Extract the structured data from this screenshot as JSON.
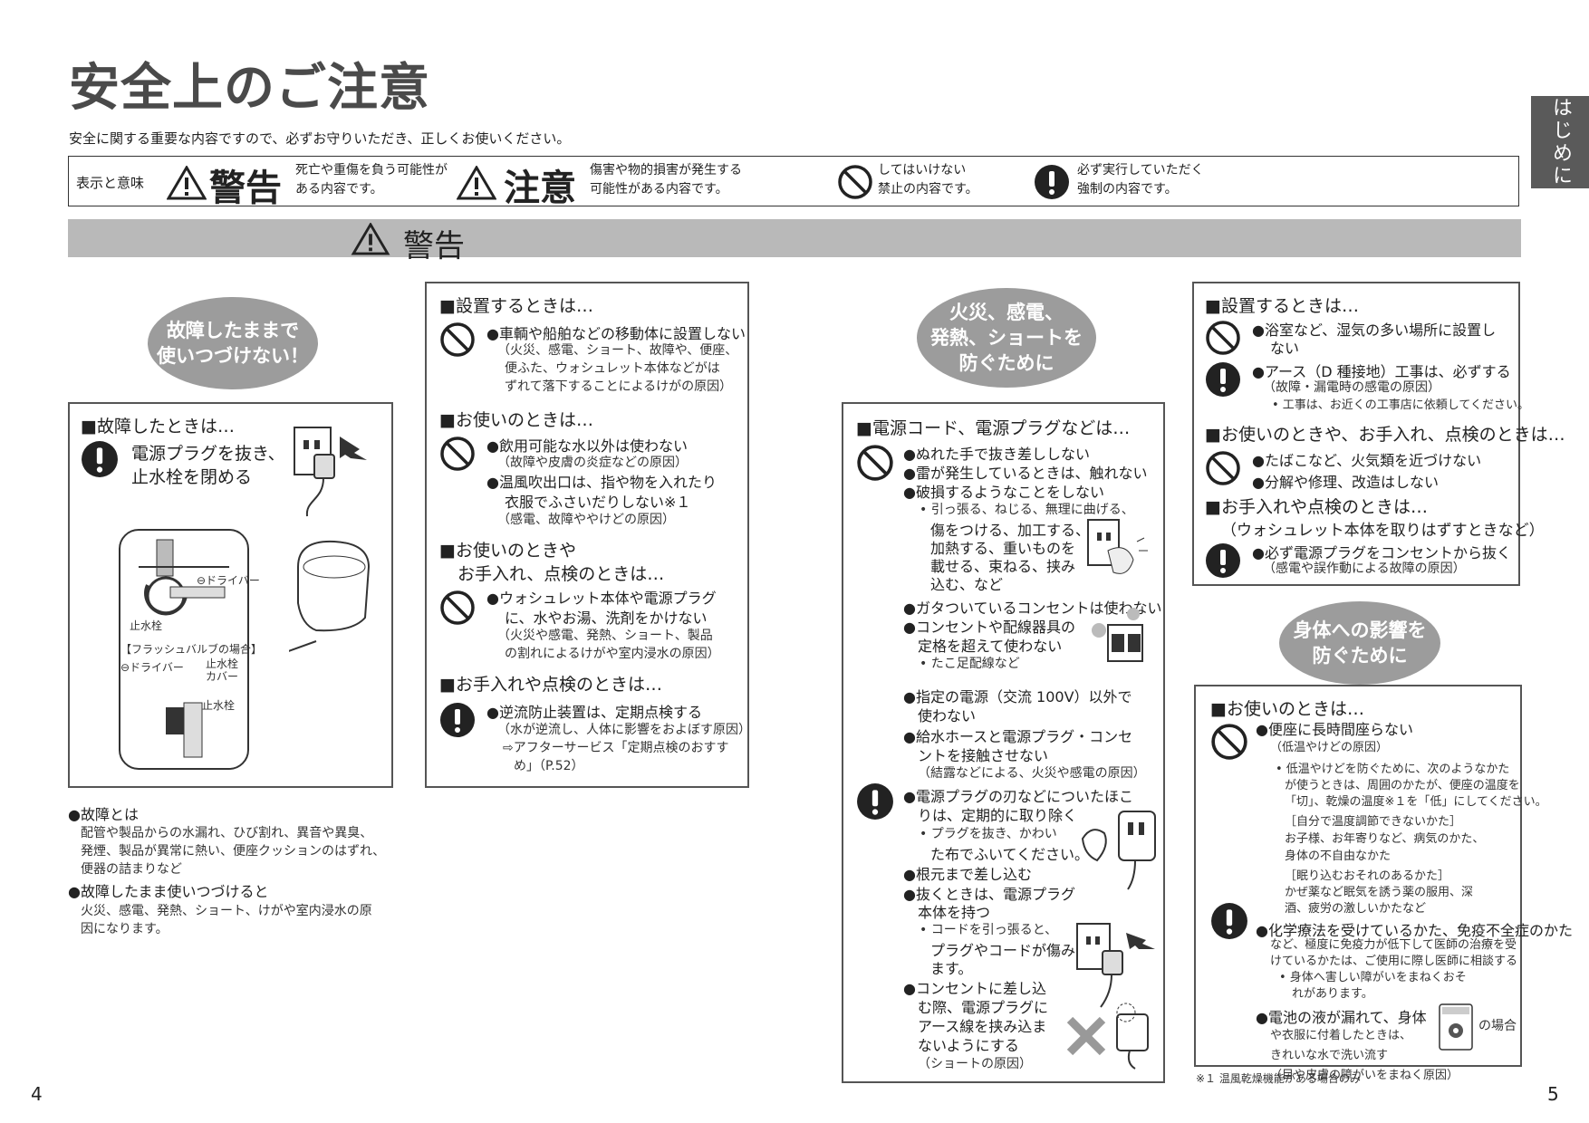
{
  "page": {
    "title": "安全上のご注意",
    "intro": "安全に関する重要な内容ですので、必ずお守りいただき、正しくお使いください。",
    "side_tab": "はじめに",
    "page_left": "4",
    "page_right": "5",
    "footnote": "※１ 温風乾燥機能がある場合のみ"
  },
  "legend": {
    "label": "表示と意味",
    "warning_word": "警告",
    "warning_desc": [
      "死亡や重傷を負う可能性が",
      "ある内容です。"
    ],
    "caution_word": "注意",
    "caution_desc": [
      "傷害や物的損害が発生する",
      "可能性がある内容です。"
    ],
    "prohibit_desc": [
      "してはいけない",
      "禁止の内容です。"
    ],
    "mandatory_desc": [
      "必ず実行していただく",
      "強制の内容です。"
    ]
  },
  "band": {
    "title": "警告"
  },
  "col1": {
    "oval": [
      "故障したままで",
      "使いつづけない！"
    ],
    "box_head": "■故障したときは…",
    "box_action": [
      "電源プラグを抜き、",
      "止水栓を閉める"
    ],
    "diagram_labels": [
      "⊖ドライバー",
      "止水栓",
      "【フラッシュバルブの場合】",
      "⊖ドライバー",
      "止水栓",
      "カバー",
      "止水栓"
    ],
    "notes": [
      {
        "head": "●故障とは",
        "lines": [
          "配管や製品からの水漏れ、ひび割れ、異音や異臭、",
          "発煙、製品が異常に熱い、便座クッションのはずれ、",
          "便器の詰まりなど"
        ]
      },
      {
        "head": "●故障したまま使いつづけると",
        "lines": [
          "火災、感電、発熱、ショート、けがや室内浸水の原",
          "因になります。"
        ]
      }
    ]
  },
  "col2": {
    "s1_head": "■設置するときは…",
    "s1_item": "●車輌や船舶などの移動体に設置しない",
    "s1_note": [
      "（火災、感電、ショート、故障や、便座、",
      "便ふた、ウォシュレット本体などがは",
      "ずれて落下することによるけがの原因）"
    ],
    "s2_head": "■お使いのときは…",
    "s2_item1": "●飲用可能な水以外は使わない",
    "s2_note1": "（故障や皮膚の炎症などの原因）",
    "s2_item2": [
      "●温風吹出口は、指や物を入れたり",
      "衣服でふさいだりしない※１"
    ],
    "s2_note2": "（感電、故障ややけどの原因）",
    "s3_head": [
      "■お使いのときや",
      "お手入れ、点検のときは…"
    ],
    "s3_item": [
      "●ウォシュレット本体や電源プラグ",
      "に、水やお湯、洗剤をかけない"
    ],
    "s3_note": [
      "（火災や感電、発熱、ショート、製品",
      "の割れによるけがや室内浸水の原因）"
    ],
    "s4_head": "■お手入れや点検のときは…",
    "s4_item": "●逆流防止装置は、定期点検する",
    "s4_note": [
      "（水が逆流し、人体に影響をおよぼす原因）",
      "⇨アフターサービス「定期点検のおすす",
      "め」（P.52）"
    ]
  },
  "col3": {
    "oval": [
      "火災、感電、",
      "発熱、ショートを",
      "防ぐために"
    ],
    "head": "■電源コード、電源プラグなどは…",
    "lines": [
      "●ぬれた手で抜き差ししない",
      "●雷が発生しているときは、触れない",
      "●破損するようなことをしない",
      "• 引っ張る、ねじる、無理に曲げる、",
      "傷をつける、加工する、",
      "加熱する、重いものを",
      "載せる、束ねる、挟み",
      "込む、など",
      "●ガタついているコンセントは使わない",
      "●コンセントや配線器具の",
      "定格を超えて使わない",
      "• たこ足配線など",
      "●指定の電源（交流 100V）以外で",
      "使わない",
      "●給水ホースと電源プラグ・コンセ",
      "ントを接触させない",
      "（結露などによる、火災や感電の原因）",
      "●電源プラグの刃などについたほこ",
      "りは、定期的に取り除く",
      "• プラグを抜き、かわい",
      "た布でふいてください。",
      "●根元まで差し込む",
      "●抜くときは、電源プラグ",
      "本体を持つ",
      "• コードを引っ張ると、",
      "プラグやコードが傷み",
      "ます。",
      "●コンセントに差し込",
      "む際、電源プラグに",
      "アース線を挟み込ま",
      "ないようにする",
      "（ショートの原因）"
    ]
  },
  "col4": {
    "b1_head1": "■設置するときは…",
    "b1_item1": [
      "●浴室など、湿気の多い場所に設置し",
      "ない"
    ],
    "b1_item2": "●アース（D 種接地）工事は、必ずする",
    "b1_note2": [
      "（故障・漏電時の感電の原因）",
      "• 工事は、お近くの工事店に依頼してください。"
    ],
    "b1_head2": "■お使いのときや、お手入れ、点検のときは…",
    "b1_item3": "●たばこなど、火気類を近づけない",
    "b1_item4": "●分解や修理、改造はしない",
    "b1_head3": "■お手入れや点検のときは…",
    "b1_sub3": "（ウォシュレット本体を取りはずすときなど）",
    "b1_item5": "●必ず電源プラグをコンセントから抜く",
    "b1_note5": "（感電や誤作動による故障の原因）",
    "oval": [
      "身体への影響を",
      "防ぐために"
    ],
    "b2_head": "■お使いのときは…",
    "b2_lines": [
      "●便座に長時間座らない",
      "（低温やけどの原因）",
      "• 低温やけどを防ぐために、次のようなかた",
      "が使うときは、周囲のかたが、便座の温度を",
      "「切」、乾燥の温度※１を「低」にしてください。",
      "［自分で温度調節できないかた］",
      "お子様、お年寄りなど、病気のかた、",
      "身体の不自由なかた",
      "［眠り込むおそれのあるかた］",
      "かぜ薬など眠気を誘う薬の服用、深",
      "酒、疲労の激しいかたなど",
      "●化学療法を受けているかた、免疫不全症のかた",
      "など、極度に免疫力が低下して医師の治療を受",
      "けているかたは、ご使用に際し医師に相談する",
      "• 身体へ害しい障がいをまねくおそ",
      "れがあります。",
      "●電池の液が漏れて、身体",
      "や衣服に付着したときは、",
      "きれいな水で洗い流す",
      "（目や皮膚の障がいをまねく原因）"
    ],
    "battery_case": "の場合"
  }
}
